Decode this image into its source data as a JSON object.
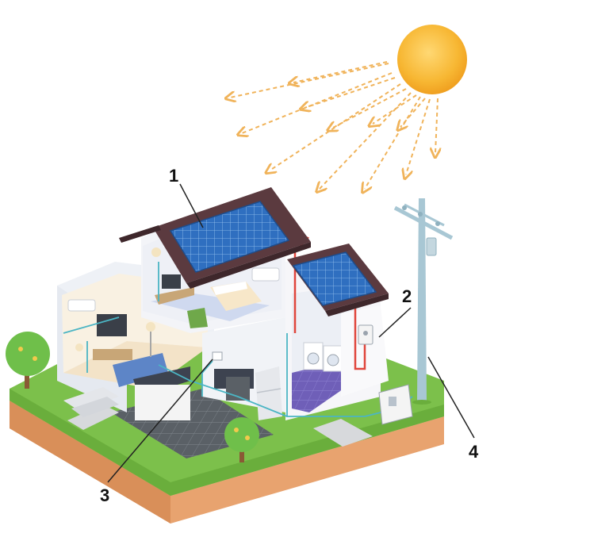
{
  "diagram": {
    "callouts": [
      {
        "number": "1",
        "meaning": "solar-panels"
      },
      {
        "number": "2",
        "meaning": "inverter"
      },
      {
        "number": "3",
        "meaning": "meter-display"
      },
      {
        "number": "4",
        "meaning": "utility-pole"
      }
    ],
    "colors": {
      "sun": "#f7b733",
      "sun_rays": "#f0b35a",
      "panel": "#2f6fc0",
      "roof": "#5b3a3f",
      "wire_dc": "#e0463c",
      "wire_ac": "#4bb5c4",
      "grass": "#7cc04b",
      "soil": "#e8a36f",
      "wall": "#eef1f6"
    },
    "icons": [
      "sun-icon",
      "solar-panel-icon",
      "inverter-icon",
      "meter-icon",
      "utility-pole-icon",
      "tree-icon"
    ]
  }
}
